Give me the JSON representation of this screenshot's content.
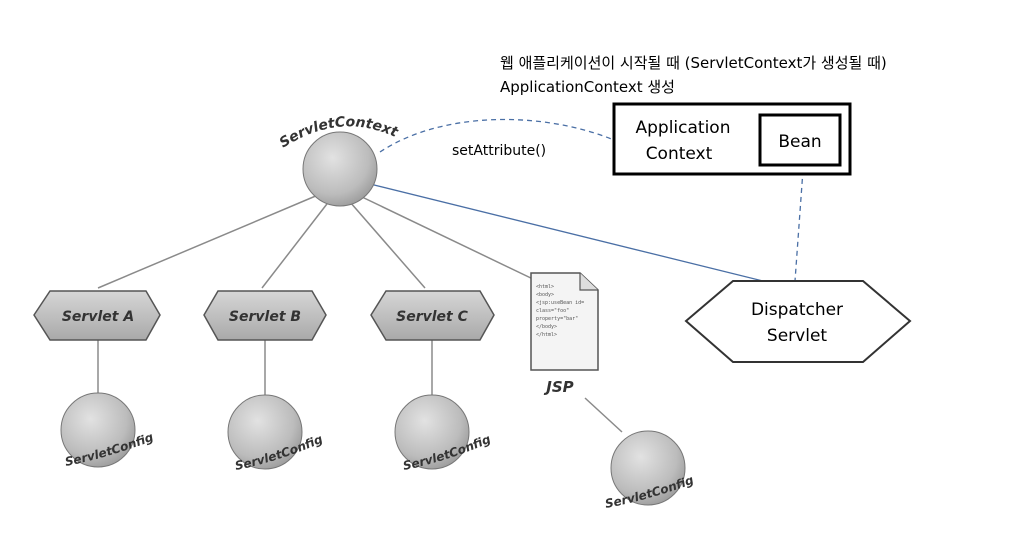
{
  "annotation": {
    "line1": "웹 애플리케이션이 시작될 때 (ServletContext가 생성될 때)",
    "line2": "ApplicationContext 생성"
  },
  "servlet_context": {
    "label": "ServletContext"
  },
  "set_attribute": {
    "label": "setAttribute()"
  },
  "application_context": {
    "line1": "Application",
    "line2": "Context",
    "bean": "Bean"
  },
  "dispatcher_servlet": {
    "line1": "Dispatcher",
    "line2": "Servlet"
  },
  "servlets": [
    {
      "label": "Servlet A",
      "config": "ServletConfig"
    },
    {
      "label": "Servlet B",
      "config": "ServletConfig"
    },
    {
      "label": "Servlet C",
      "config": "ServletConfig"
    }
  ],
  "jsp": {
    "label": "JSP",
    "config": "ServletConfig",
    "page_lines": [
      "<html>",
      "<body>",
      "<jsp:useBean id=",
      "class=\"foo\"",
      "property=\"bar\"",
      "</body>",
      "</html>"
    ]
  },
  "colors": {
    "node_gray": "#bdbdbd",
    "blue_line": "#4a6fa5",
    "dark_line": "#333333",
    "edge_gray": "#8a8a8a"
  }
}
